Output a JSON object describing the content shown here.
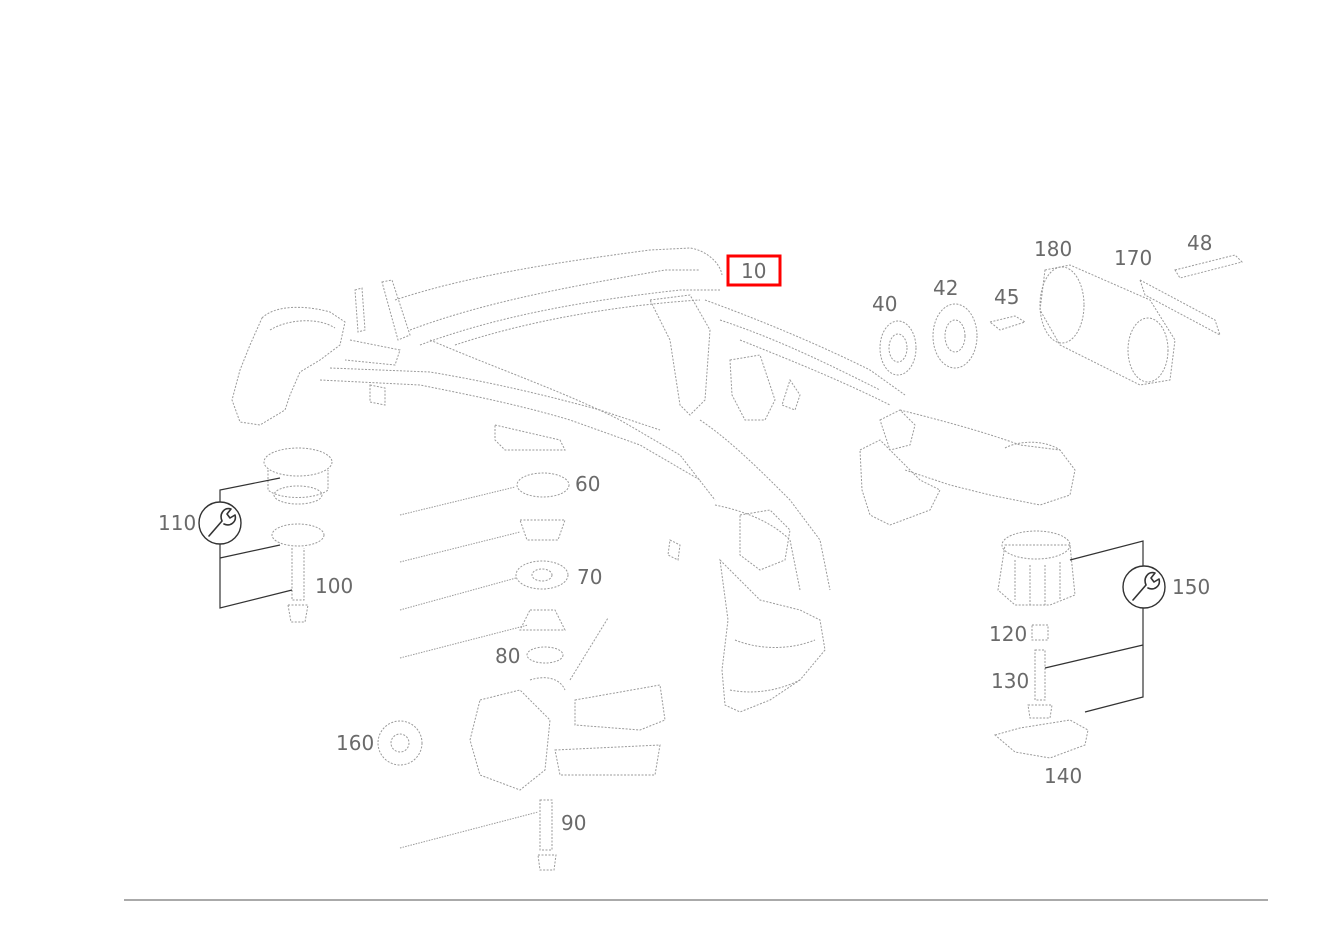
{
  "diagram": {
    "callouts": [
      {
        "id": "10",
        "label": "10",
        "selected": true
      },
      {
        "id": "40",
        "label": "40"
      },
      {
        "id": "42",
        "label": "42"
      },
      {
        "id": "45",
        "label": "45"
      },
      {
        "id": "48",
        "label": "48"
      },
      {
        "id": "60",
        "label": "60"
      },
      {
        "id": "70",
        "label": "70"
      },
      {
        "id": "80",
        "label": "80"
      },
      {
        "id": "90",
        "label": "90"
      },
      {
        "id": "100",
        "label": "100"
      },
      {
        "id": "110",
        "label": "110"
      },
      {
        "id": "120",
        "label": "120"
      },
      {
        "id": "130",
        "label": "130"
      },
      {
        "id": "140",
        "label": "140"
      },
      {
        "id": "150",
        "label": "150"
      },
      {
        "id": "160",
        "label": "160"
      },
      {
        "id": "170",
        "label": "170"
      },
      {
        "id": "180",
        "label": "180"
      }
    ],
    "highlight_color": "#ff0000",
    "tool_icons": [
      "wrench-icon",
      "wrench-icon"
    ]
  }
}
